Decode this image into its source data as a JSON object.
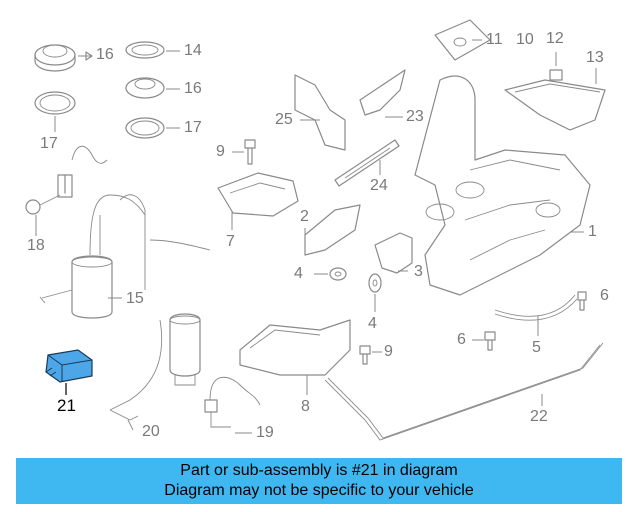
{
  "callouts": [
    "1",
    "2",
    "3",
    "4",
    "4",
    "5",
    "6",
    "6",
    "7",
    "8",
    "9",
    "9",
    "10",
    "11",
    "12",
    "13",
    "14",
    "15",
    "16",
    "16",
    "17",
    "17",
    "18",
    "19",
    "20",
    "21",
    "22",
    "23",
    "24",
    "25"
  ],
  "highlight": {
    "label": "21",
    "color": "#4da6e8"
  },
  "banner": {
    "line1": "Part or sub-assembly is #21 in diagram",
    "line2": "Diagram may not be specific to your vehicle",
    "color": "#3fb8f2"
  }
}
